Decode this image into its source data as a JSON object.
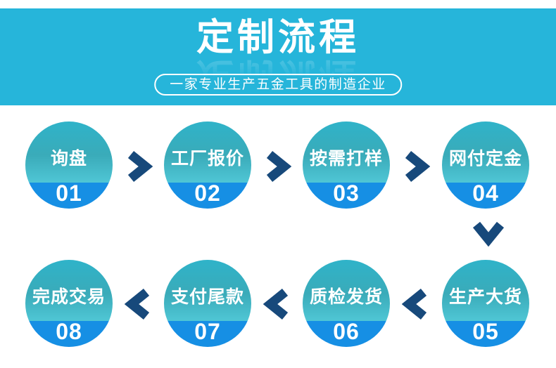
{
  "banner": {
    "title": "定制流程",
    "subtitle": "一家专业生产五金工具的制造企业"
  },
  "process": {
    "steps": [
      {
        "number": "01",
        "label": "询盘"
      },
      {
        "number": "02",
        "label": "工厂报价"
      },
      {
        "number": "03",
        "label": "按需打样"
      },
      {
        "number": "04",
        "label": "网付定金"
      },
      {
        "number": "05",
        "label": "生产大货"
      },
      {
        "number": "06",
        "label": "质检发货"
      },
      {
        "number": "07",
        "label": "支付尾款"
      },
      {
        "number": "08",
        "label": "完成交易"
      }
    ],
    "row1_numbers_left_to_right": [
      "01",
      "02",
      "03",
      "04"
    ],
    "row2_numbers_left_to_right": [
      "08",
      "07",
      "06",
      "05"
    ]
  },
  "colors": {
    "banner_background": "#26b5da",
    "circle_top_teal": "#3aabb9",
    "circle_top_teal_light": "#4fc6d5",
    "circle_bottom_blue": "#168fe4",
    "arrow_navy": "#17497b",
    "text": "#ffffff",
    "page_background": "#ffffff"
  }
}
